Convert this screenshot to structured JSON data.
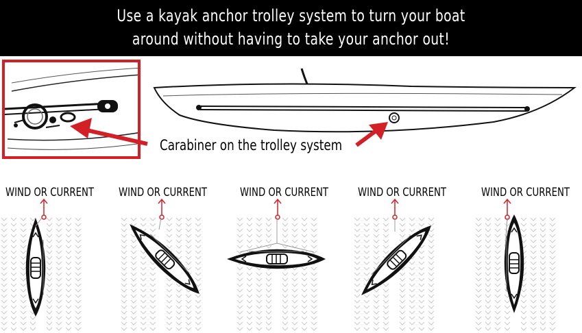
{
  "header": {
    "line1": "Use a kayak anchor trolley system to turn your boat",
    "line2": "around without having to take your anchor out!"
  },
  "callout": {
    "label": "Carabiner on the trolley system"
  },
  "diagrams": [
    {
      "label": "WIND OR CURRENT",
      "boat_angle_deg": 0
    },
    {
      "label": "WIND OR CURRENT",
      "boat_angle_deg": -45
    },
    {
      "label": "WIND OR CURRENT",
      "boat_angle_deg": -90
    },
    {
      "label": "WIND OR CURRENT",
      "boat_angle_deg": -135
    },
    {
      "label": "WIND OR CURRENT",
      "boat_angle_deg": 180
    }
  ],
  "colors": {
    "accent": "#d31f26",
    "banner_bg": "#000000",
    "banner_text": "#ffffff"
  }
}
